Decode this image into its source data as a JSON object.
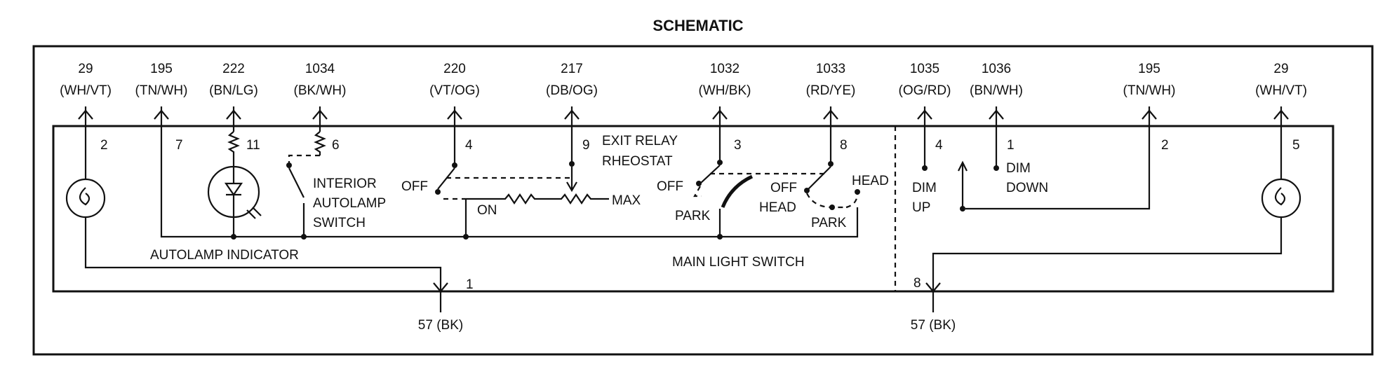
{
  "title": "SCHEMATIC",
  "connectors_top": [
    {
      "circuit": "29",
      "color": "(WH/VT)",
      "pin": "2"
    },
    {
      "circuit": "195",
      "color": "(TN/WH)",
      "pin": "7"
    },
    {
      "circuit": "222",
      "color": "(BN/LG)",
      "pin": "11"
    },
    {
      "circuit": "1034",
      "color": "(BK/WH)",
      "pin": "6"
    },
    {
      "circuit": "220",
      "color": "(VT/OG)",
      "pin": "4"
    },
    {
      "circuit": "217",
      "color": "(DB/OG)",
      "pin": "9"
    },
    {
      "circuit": "1032",
      "color": "(WH/BK)",
      "pin": "3"
    },
    {
      "circuit": "1033",
      "color": "(RD/YE)",
      "pin": "8"
    },
    {
      "circuit": "1035",
      "color": "(OG/RD)",
      "pin": "4"
    },
    {
      "circuit": "1036",
      "color": "(BN/WH)",
      "pin": "1"
    },
    {
      "circuit": "195",
      "color": "(TN/WH)",
      "pin": "2"
    },
    {
      "circuit": "29",
      "color": "(WH/VT)",
      "pin": "5"
    }
  ],
  "grounds": [
    {
      "pin": "1",
      "label": "57 (BK)"
    },
    {
      "pin": "8",
      "label": "57 (BK)"
    }
  ],
  "labels": {
    "exit_relay": "EXIT RELAY",
    "rheostat": "RHEOSTAT",
    "interior": "INTERIOR",
    "autolamp": "AUTOLAMP",
    "switch": "SWITCH",
    "off_a": "OFF",
    "on": "ON",
    "max": "MAX",
    "off_b": "OFF",
    "park_a": "PARK",
    "off_c": "OFF",
    "head_a": "HEAD",
    "head_b": "HEAD",
    "park_b": "PARK",
    "autolamp_indicator": "AUTOLAMP INDICATOR",
    "main_light_switch": "MAIN LIGHT SWITCH",
    "dim_up_1": "DIM",
    "dim_up_2": "UP",
    "dim_down_1": "DIM",
    "dim_down_2": "DOWN"
  }
}
